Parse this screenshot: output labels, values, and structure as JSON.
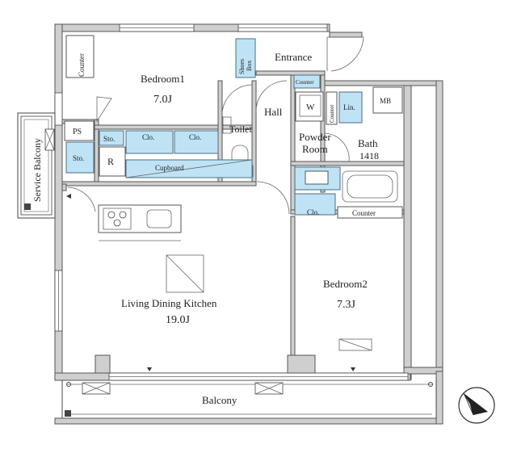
{
  "rooms": {
    "bedroom1": {
      "name": "Bedroom1",
      "size": "7.0J"
    },
    "bedroom2": {
      "name": "Bedroom2",
      "size": "7.3J"
    },
    "ldk": {
      "name": "Living Dining Kitchen",
      "size": "19.0J"
    },
    "entrance": "Entrance",
    "hall": "Hall",
    "toilet": "Toilet",
    "powder_room": [
      "Powder",
      "Room"
    ],
    "bath": {
      "name": "Bath",
      "size": "1418"
    },
    "balcony": "Balcony",
    "service_balcony": "Service Balcony"
  },
  "fixtures": {
    "counter_top_left": "Counter",
    "shoes_box": [
      "Shoes",
      "Box"
    ],
    "counter_small": "Counter",
    "counter_vertical": "Counter",
    "washer": "W",
    "linen": "Lin.",
    "mb": "MB",
    "ps": "PS",
    "storage_1": "Sto.",
    "storage_2": "Sto.",
    "closet_1": "Clo.",
    "closet_2": "Clo.",
    "closet_3": "Clo.",
    "refrigerator": "R",
    "cupboard": "Cupboard",
    "counter_bedroom2": "Counter"
  },
  "colors": {
    "storage_fill": "#bfe3f5",
    "wall_fill": "#cfcfcf"
  }
}
